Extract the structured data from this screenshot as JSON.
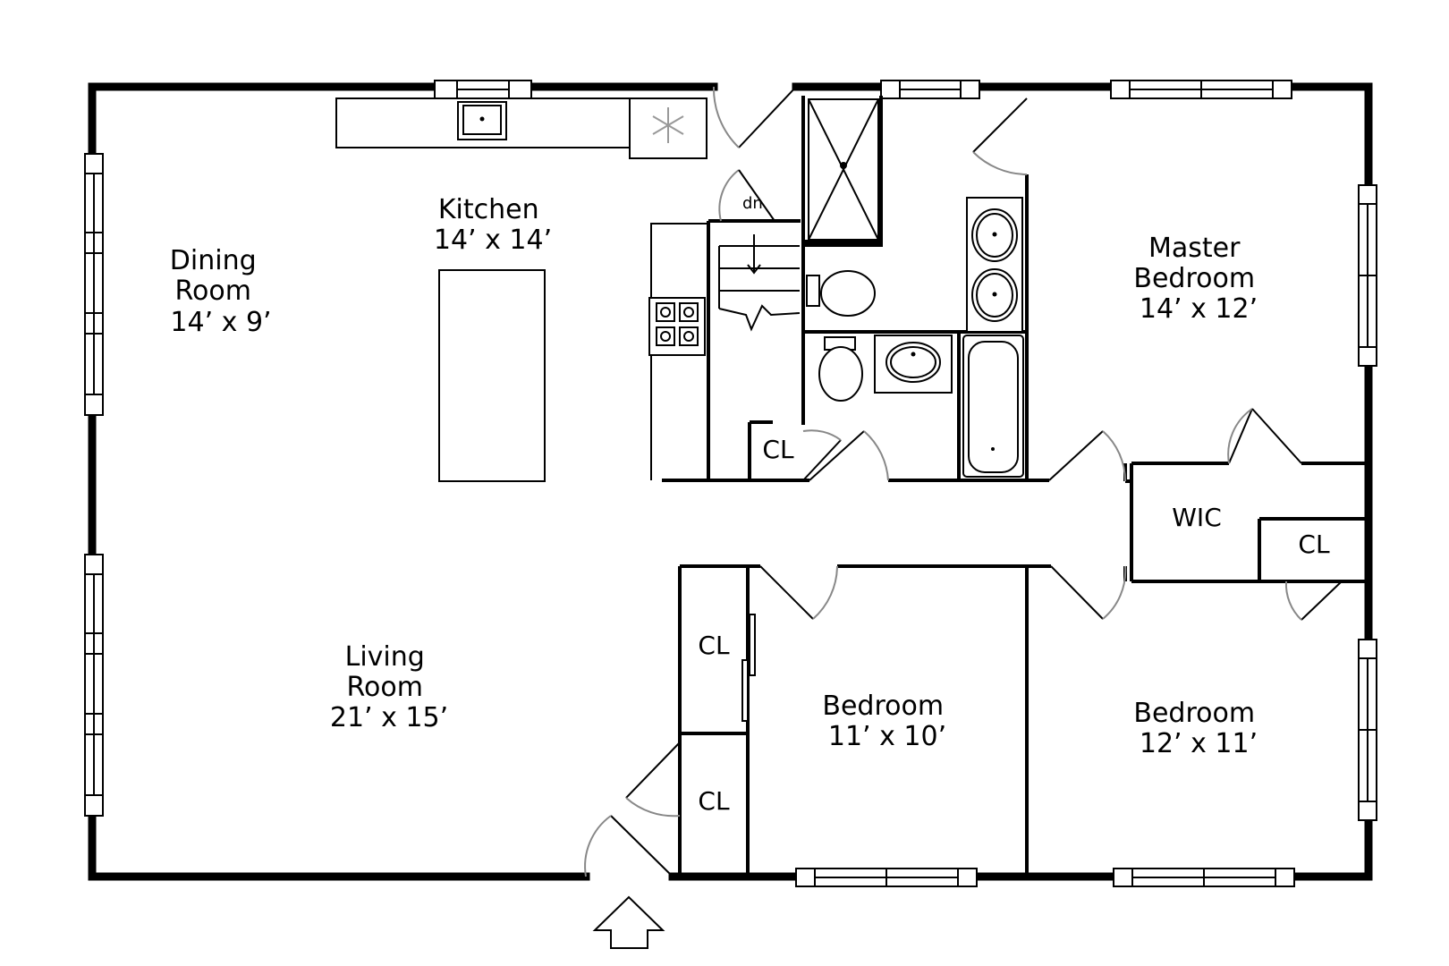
{
  "rooms": {
    "dining": [
      "Dining",
      "Room",
      "14’ x 9’"
    ],
    "kitchen": [
      "Kitchen",
      "14’ x 14’"
    ],
    "master": [
      "Master",
      "Bedroom",
      "14’ x 12’"
    ],
    "living": [
      "Living",
      "Room",
      "21’ x 15’"
    ],
    "bedroom_mid": [
      "Bedroom",
      "11’ x 10’"
    ],
    "bedroom_right": [
      "Bedroom",
      "12’ x 11’"
    ]
  },
  "closets": {
    "kitchen_cl": "CL",
    "wic": "WIC",
    "wic_cl": "CL",
    "hall_cl_upper": "CL",
    "hall_cl_lower": "CL"
  },
  "stairs_label": "dn"
}
